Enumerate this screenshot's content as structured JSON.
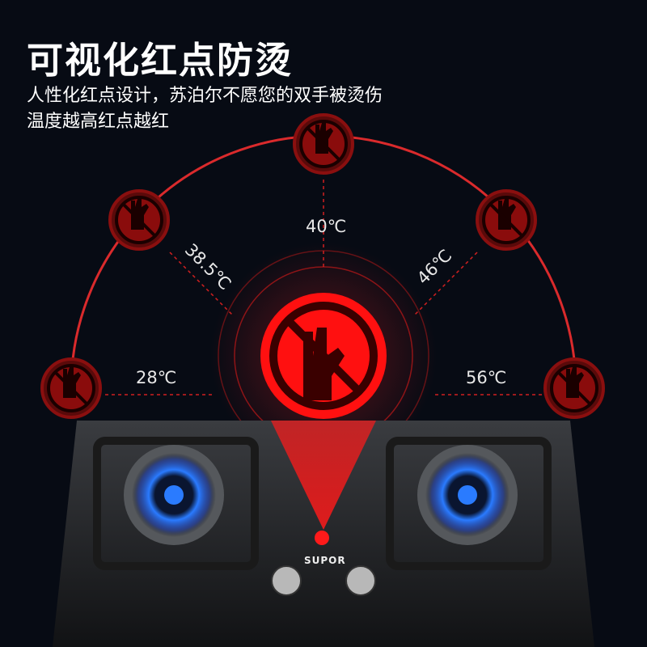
{
  "header": {
    "title": "可视化红点防烫",
    "subtitle_line1": "人性化红点设计，苏泊尔不愿您的双手被烫伤",
    "subtitle_line2": "温度越高红点越红"
  },
  "temperatures": [
    "28℃",
    "38.5℃",
    "40℃",
    "46℃",
    "56℃"
  ],
  "brand": "SUPOR",
  "icons": [
    "no-touch-hot-icon"
  ],
  "colors": {
    "background": "#070b14",
    "accent_red": "#e01010",
    "flame_blue": "#1e6bff"
  }
}
